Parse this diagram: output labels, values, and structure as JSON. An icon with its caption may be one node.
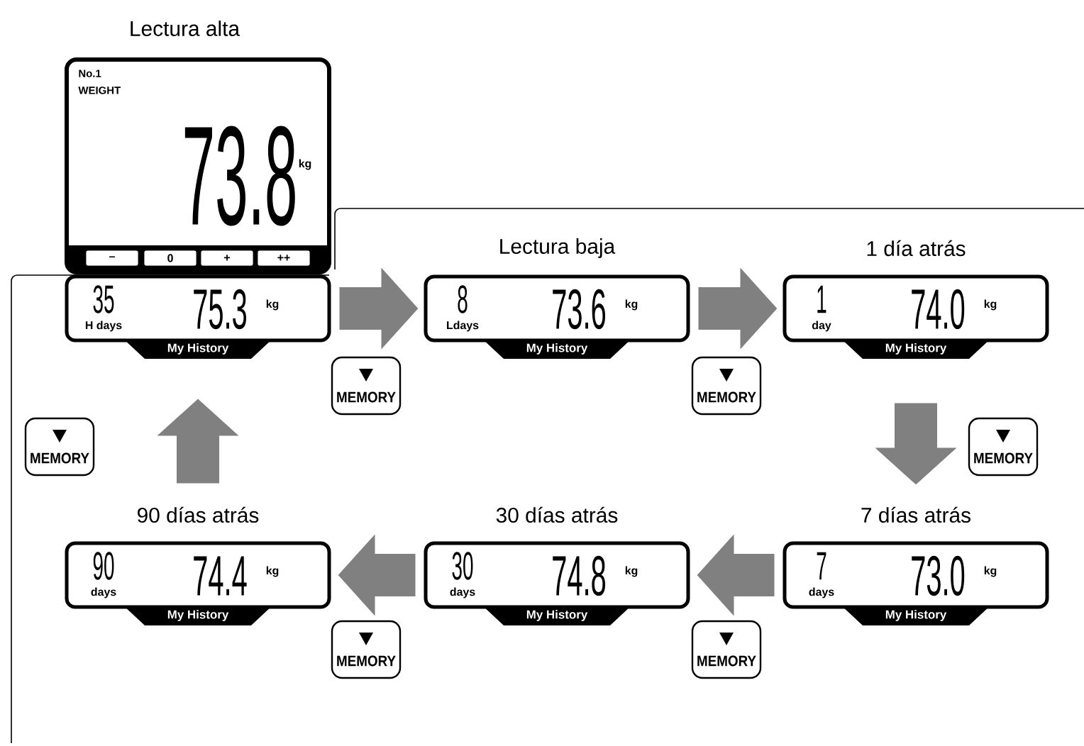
{
  "diagram": {
    "nodes": [
      {
        "text": [
          "Lectura alta",
          "No.1 WEIGHT",
          "73.8",
          "kg"
        ]
      },
      {
        "text": [
          "–"
        ],
        "in": 0
      },
      {
        "text": [
          "0"
        ],
        "in": 0
      },
      {
        "text": [
          "+"
        ],
        "in": 0
      },
      {
        "text": [
          "++"
        ],
        "in": 0
      },
      {
        "text": [
          "35",
          "H days",
          "75.3",
          "kg",
          "My History"
        ]
      },
      {
        "text": [
          "Lectura baja",
          "8",
          "Ldays",
          "73.6",
          "kg",
          "My History"
        ]
      },
      {
        "text": [
          "1 día atrás",
          "1",
          "day",
          "74.0",
          "kg",
          "My History"
        ]
      },
      {
        "text": [
          "7 días atrás",
          "7",
          "days",
          "73.0",
          "kg",
          "My History"
        ]
      },
      {
        "text": [
          "30 días atrás",
          "30",
          "days",
          "74.8",
          "kg",
          "My History"
        ]
      },
      {
        "text": [
          "90 días atrás",
          "90",
          "days",
          "74.4",
          "kg",
          "My History"
        ]
      }
    ],
    "edges": [
      {
        "from": 5,
        "to": 6,
        "arrow": "to"
      },
      {
        "from": 6,
        "to": 7,
        "arrow": "to"
      },
      {
        "from": 7,
        "to": 8,
        "arrow": "to"
      },
      {
        "from": 8,
        "to": 9,
        "arrow": "to"
      },
      {
        "from": 9,
        "to": 10,
        "arrow": "to"
      },
      {
        "from": 10,
        "to": 5,
        "arrow": "to"
      }
    ],
    "labels": [
      "MEMORY",
      "MEMORY",
      "MEMORY",
      "MEMORY",
      "MEMORY",
      "MEMORY"
    ]
  }
}
